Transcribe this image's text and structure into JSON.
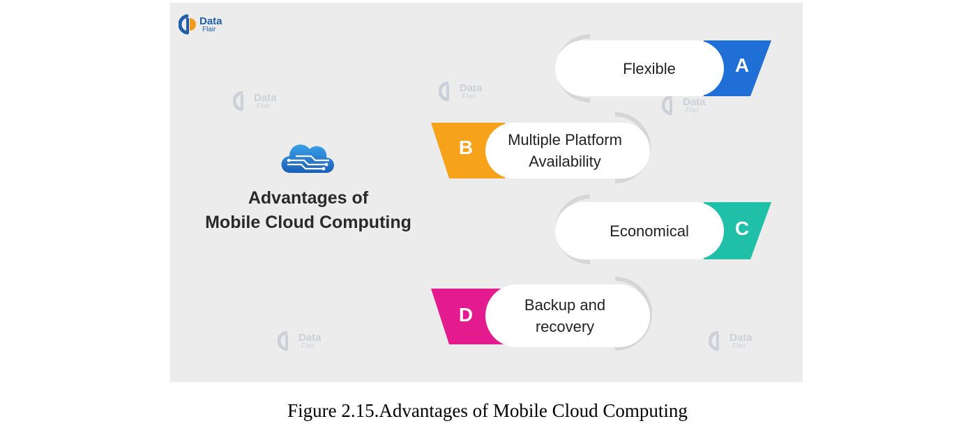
{
  "logo": {
    "word1": "Data",
    "word2": "Flair"
  },
  "heading": {
    "line1": "Advantages of",
    "line2": "Mobile Cloud Computing"
  },
  "items": [
    {
      "letter": "A",
      "line1": "Flexible",
      "line2": "",
      "color": "#1f6fd6"
    },
    {
      "letter": "B",
      "line1": "Multiple Platform",
      "line2": "Availability",
      "color": "#f7a21b"
    },
    {
      "letter": "C",
      "line1": "Economical",
      "line2": "",
      "color": "#1fbfa8"
    },
    {
      "letter": "D",
      "line1": "Backup and",
      "line2": "recovery",
      "color": "#e31b8f"
    }
  ],
  "caption": "Figure 2.15.Advantages of Mobile Cloud Computing"
}
